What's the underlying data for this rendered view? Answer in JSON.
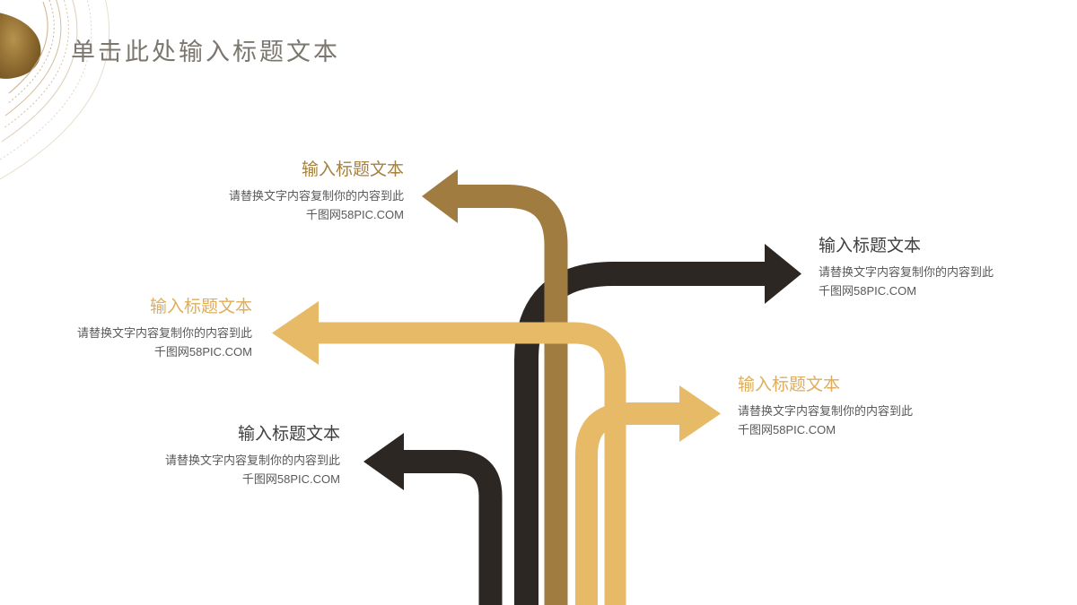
{
  "slide_title": {
    "text": "单击此处输入标题文本"
  },
  "blocks": [
    {
      "title": "输入标题文本",
      "line1": "请替换文字内容复制你的内容到此",
      "line2": "千图网58PIC.COM"
    },
    {
      "title": "输入标题文本",
      "line1": "请替换文字内容复制你的内容到此",
      "line2": "千图网58PIC.COM"
    },
    {
      "title": "输入标题文本",
      "line1": "请替换文字内容复制你的内容到此",
      "line2": "千图网58PIC.COM"
    },
    {
      "title": "输入标题文本",
      "line1": "请替换文字内容复制你的内容到此",
      "line2": "千图网58PIC.COM"
    },
    {
      "title": "输入标题文本",
      "line1": "请替换文字内容复制你的内容到此",
      "line2": "千图网58PIC.COM"
    }
  ],
  "colors": {
    "black_arrow": "#2D2724",
    "dark_gold": "#A17C41",
    "light_gold": "#E7BA68",
    "slide_title_gray": "#7B776F",
    "heading_dark_gold": "#A5813F",
    "heading_light_gold": "#DFAD5B",
    "heading_black": "#3F3F3F",
    "body_text": "#595959",
    "decoration_line": "#C9AD85",
    "background": "#FFFFFF"
  }
}
